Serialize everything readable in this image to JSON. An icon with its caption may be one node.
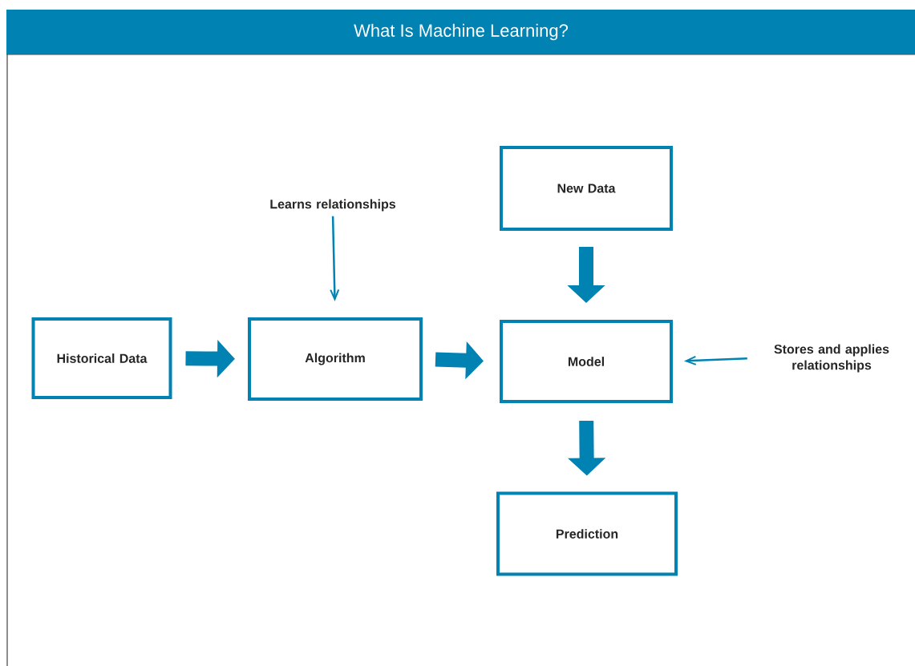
{
  "diagram": {
    "title": "What Is Machine Learning?",
    "nodes": [
      {
        "text": [
          "Historical Data"
        ]
      },
      {
        "text": [
          "Algorithm"
        ]
      },
      {
        "text": [
          "New Data"
        ]
      },
      {
        "text": [
          "Model"
        ]
      },
      {
        "text": [
          "Prediction"
        ]
      },
      {
        "text": [
          "Learns relationships"
        ]
      },
      {
        "text": [
          "Stores and applies relationships"
        ]
      }
    ],
    "edges": [
      {
        "from": 0,
        "to": 1,
        "arrow": "to"
      },
      {
        "from": 1,
        "to": 3,
        "arrow": "to"
      },
      {
        "from": 2,
        "to": 3,
        "arrow": "to"
      },
      {
        "from": 3,
        "to": 4,
        "arrow": "to"
      },
      {
        "from": 5,
        "to": 1,
        "arrow": "to"
      },
      {
        "from": 6,
        "to": 3,
        "arrow": "to"
      }
    ]
  }
}
